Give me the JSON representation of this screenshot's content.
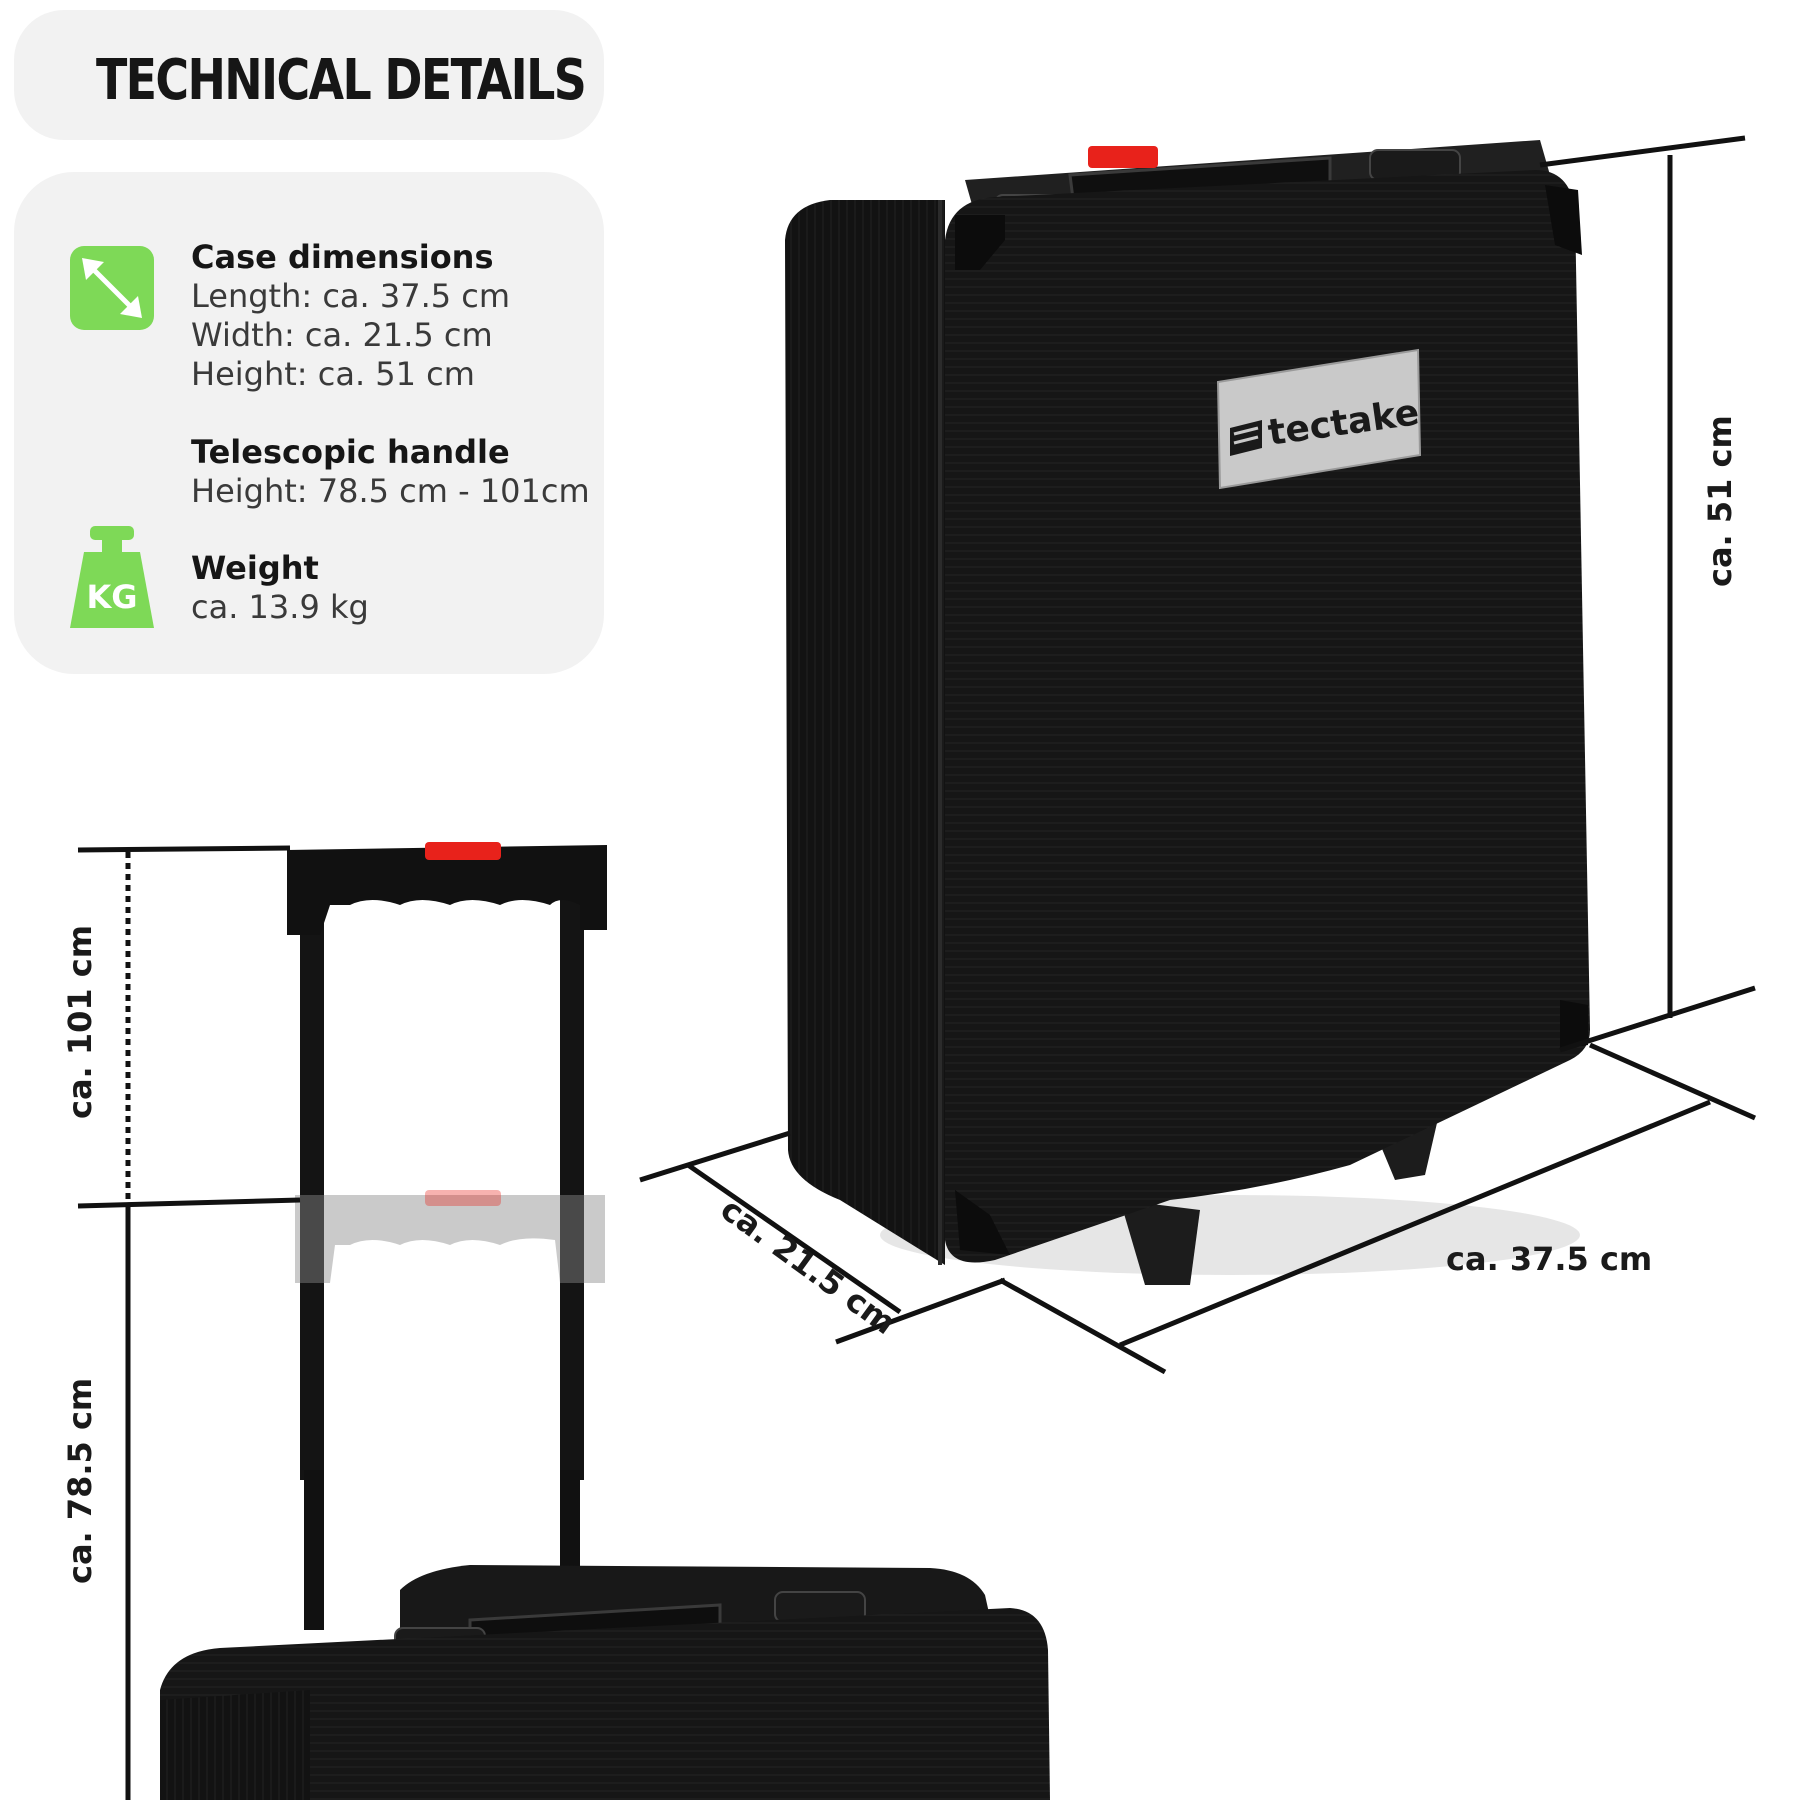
{
  "header": {
    "title": "TECHNICAL DETAILS"
  },
  "specs": {
    "case_dimensions": {
      "title": "Case dimensions",
      "length": "Length: ca. 37.5 cm",
      "width": "Width: ca. 21.5 cm",
      "height": "Height: ca. 51 cm",
      "icon": "resize-arrow-icon"
    },
    "telescopic_handle": {
      "title": "Telescopic handle",
      "height": "Height: 78.5 cm - 101cm"
    },
    "weight": {
      "title": "Weight",
      "value": "ca. 13.9 kg",
      "icon": "weight-kg-icon",
      "icon_text": "KG"
    }
  },
  "dimension_labels": {
    "case_height": "ca. 51 cm",
    "case_width": "ca. 21.5 cm",
    "case_length": "ca. 37.5 cm",
    "handle_extended": "ca. 101 cm",
    "handle_retracted": "ca. 78.5 cm"
  },
  "product": {
    "brand": "tectake"
  },
  "colors": {
    "accent_green": "#7ed957",
    "handle_red": "#e8221b",
    "panel_bg": "#f2f2f2",
    "case_black": "#151515"
  }
}
